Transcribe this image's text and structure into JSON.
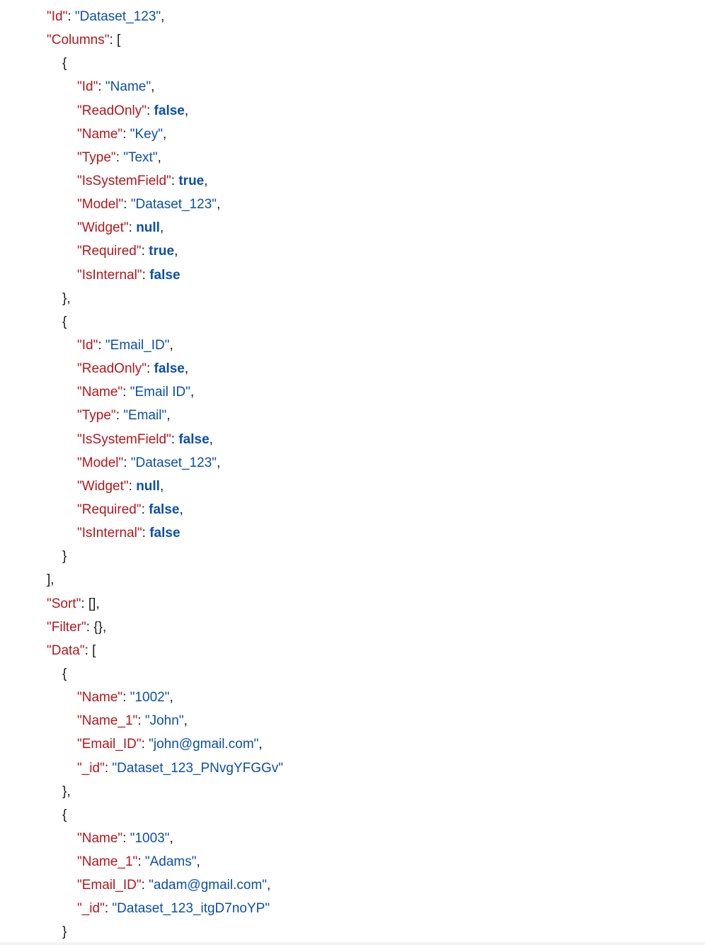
{
  "lines": [
    {
      "indent": 0,
      "key": "Id",
      "value": "Dataset_123",
      "vtype": "string",
      "suffix": ","
    },
    {
      "indent": 0,
      "key": "Columns",
      "suffix": ": ["
    },
    {
      "indent": 1,
      "suffix": "{"
    },
    {
      "indent": 2,
      "key": "Id",
      "value": "Name",
      "vtype": "string",
      "suffix": ","
    },
    {
      "indent": 2,
      "key": "ReadOnly",
      "value": "false",
      "vtype": "bool",
      "suffix": ","
    },
    {
      "indent": 2,
      "key": "Name",
      "value": "Key",
      "vtype": "string",
      "suffix": ","
    },
    {
      "indent": 2,
      "key": "Type",
      "value": "Text",
      "vtype": "string",
      "suffix": ","
    },
    {
      "indent": 2,
      "key": "IsSystemField",
      "value": "true",
      "vtype": "bool",
      "suffix": ","
    },
    {
      "indent": 2,
      "key": "Model",
      "value": "Dataset_123",
      "vtype": "string",
      "suffix": ","
    },
    {
      "indent": 2,
      "key": "Widget",
      "value": "null",
      "vtype": "bool",
      "suffix": ","
    },
    {
      "indent": 2,
      "key": "Required",
      "value": "true",
      "vtype": "bool",
      "suffix": ","
    },
    {
      "indent": 2,
      "key": "IsInternal",
      "value": "false",
      "vtype": "bool",
      "suffix": ""
    },
    {
      "indent": 1,
      "suffix": "},"
    },
    {
      "indent": 1,
      "suffix": "{"
    },
    {
      "indent": 2,
      "key": "Id",
      "value": "Email_ID",
      "vtype": "string",
      "suffix": ","
    },
    {
      "indent": 2,
      "key": "ReadOnly",
      "value": "false",
      "vtype": "bool",
      "suffix": ","
    },
    {
      "indent": 2,
      "key": "Name",
      "value": "Email ID",
      "vtype": "string",
      "suffix": ","
    },
    {
      "indent": 2,
      "key": "Type",
      "value": "Email",
      "vtype": "string",
      "suffix": ","
    },
    {
      "indent": 2,
      "key": "IsSystemField",
      "value": "false",
      "vtype": "bool",
      "suffix": ","
    },
    {
      "indent": 2,
      "key": "Model",
      "value": "Dataset_123",
      "vtype": "string",
      "suffix": ","
    },
    {
      "indent": 2,
      "key": "Widget",
      "value": "null",
      "vtype": "bool",
      "suffix": ","
    },
    {
      "indent": 2,
      "key": "Required",
      "value": "false",
      "vtype": "bool",
      "suffix": ","
    },
    {
      "indent": 2,
      "key": "IsInternal",
      "value": "false",
      "vtype": "bool",
      "suffix": ""
    },
    {
      "indent": 1,
      "suffix": "}"
    },
    {
      "indent": 0,
      "suffix": "],"
    },
    {
      "indent": 0,
      "key": "Sort",
      "suffix": ": [],"
    },
    {
      "indent": 0,
      "key": "Filter",
      "suffix": ": {},"
    },
    {
      "indent": 0,
      "key": "Data",
      "suffix": ": ["
    },
    {
      "indent": 1,
      "suffix": "{"
    },
    {
      "indent": 2,
      "key": "Name",
      "value": "1002",
      "vtype": "string",
      "suffix": ","
    },
    {
      "indent": 2,
      "key": "Name_1",
      "value": "John",
      "vtype": "string",
      "suffix": ","
    },
    {
      "indent": 2,
      "key": "Email_ID",
      "value": "john@gmail.com",
      "vtype": "string",
      "suffix": ","
    },
    {
      "indent": 2,
      "key": "_id",
      "value": "Dataset_123_PNvgYFGGv",
      "vtype": "string",
      "suffix": ""
    },
    {
      "indent": 1,
      "suffix": "},"
    },
    {
      "indent": 1,
      "suffix": "{"
    },
    {
      "indent": 2,
      "key": "Name",
      "value": "1003",
      "vtype": "string",
      "suffix": ","
    },
    {
      "indent": 2,
      "key": "Name_1",
      "value": "Adams",
      "vtype": "string",
      "suffix": ","
    },
    {
      "indent": 2,
      "key": "Email_ID",
      "value": "adam@gmail.com",
      "vtype": "string",
      "suffix": ","
    },
    {
      "indent": 2,
      "key": "_id",
      "value": "Dataset_123_itgD7noYP",
      "vtype": "string",
      "suffix": ""
    },
    {
      "indent": 1,
      "suffix": "}"
    }
  ],
  "colors": {
    "key": "#b4161b",
    "string": "#0b4fa6",
    "punctuation": "#1a1a1a",
    "background": "#ffffff"
  }
}
